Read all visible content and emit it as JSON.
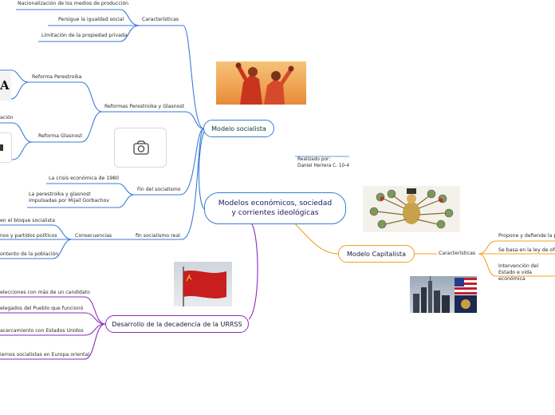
{
  "central": {
    "title": "Modelos económicos, sociedad y corrientes ideológicas"
  },
  "author": {
    "text": "Realizado por:\nDaniel Herrera C. 10-4"
  },
  "socialista": {
    "title": "Modelo socialista",
    "caracteristicas": {
      "label": "Características",
      "items": [
        "Nacionalización de los medios de producción",
        "Persigue la igualdad social",
        "Limitación de la propiedad privada"
      ]
    },
    "reformas": {
      "label": "Reformas Perestroika y Glasnost",
      "perestroika": "Reforma Perestroika",
      "glasnost": "Reforma Glasnost",
      "glasnost_cut_label": "ación",
      "perestroika_image_letter": "A"
    },
    "fin": {
      "label": "Fin del socialismo",
      "items": [
        "La crisis económica de 1980",
        "La perestroika y glasnost impulsadas por Mijail Gorbachov"
      ]
    },
    "fin_real": {
      "label": "fin socialismo real",
      "consecuencias": "Consecuencias",
      "items": [
        "en el bloque socialista",
        "nos y partidos políticos",
        "ontento de la población"
      ]
    }
  },
  "decadencia": {
    "title": "Desarrollo de la decadencia de la URRSS",
    "items": [
      "elecciones con más de un candidato",
      "elegados del Pueblo que funcionó",
      "acercamiento con Estados Unidos",
      "iernos socialistas en Europa oriental"
    ]
  },
  "capitalista": {
    "title": "Modelo Capitalista",
    "caracteristicas": {
      "label": "Características",
      "items": [
        "Propone y defiende la pro",
        "Se basa en la ley de oferta",
        "Intervención del Estado e vida económica"
      ]
    }
  },
  "colors": {
    "socialista": "#3a7bd5",
    "capitalista": "#f0a020",
    "decadencia": "#8a2bc0",
    "socialista_node_text": "#0a3a3a"
  }
}
